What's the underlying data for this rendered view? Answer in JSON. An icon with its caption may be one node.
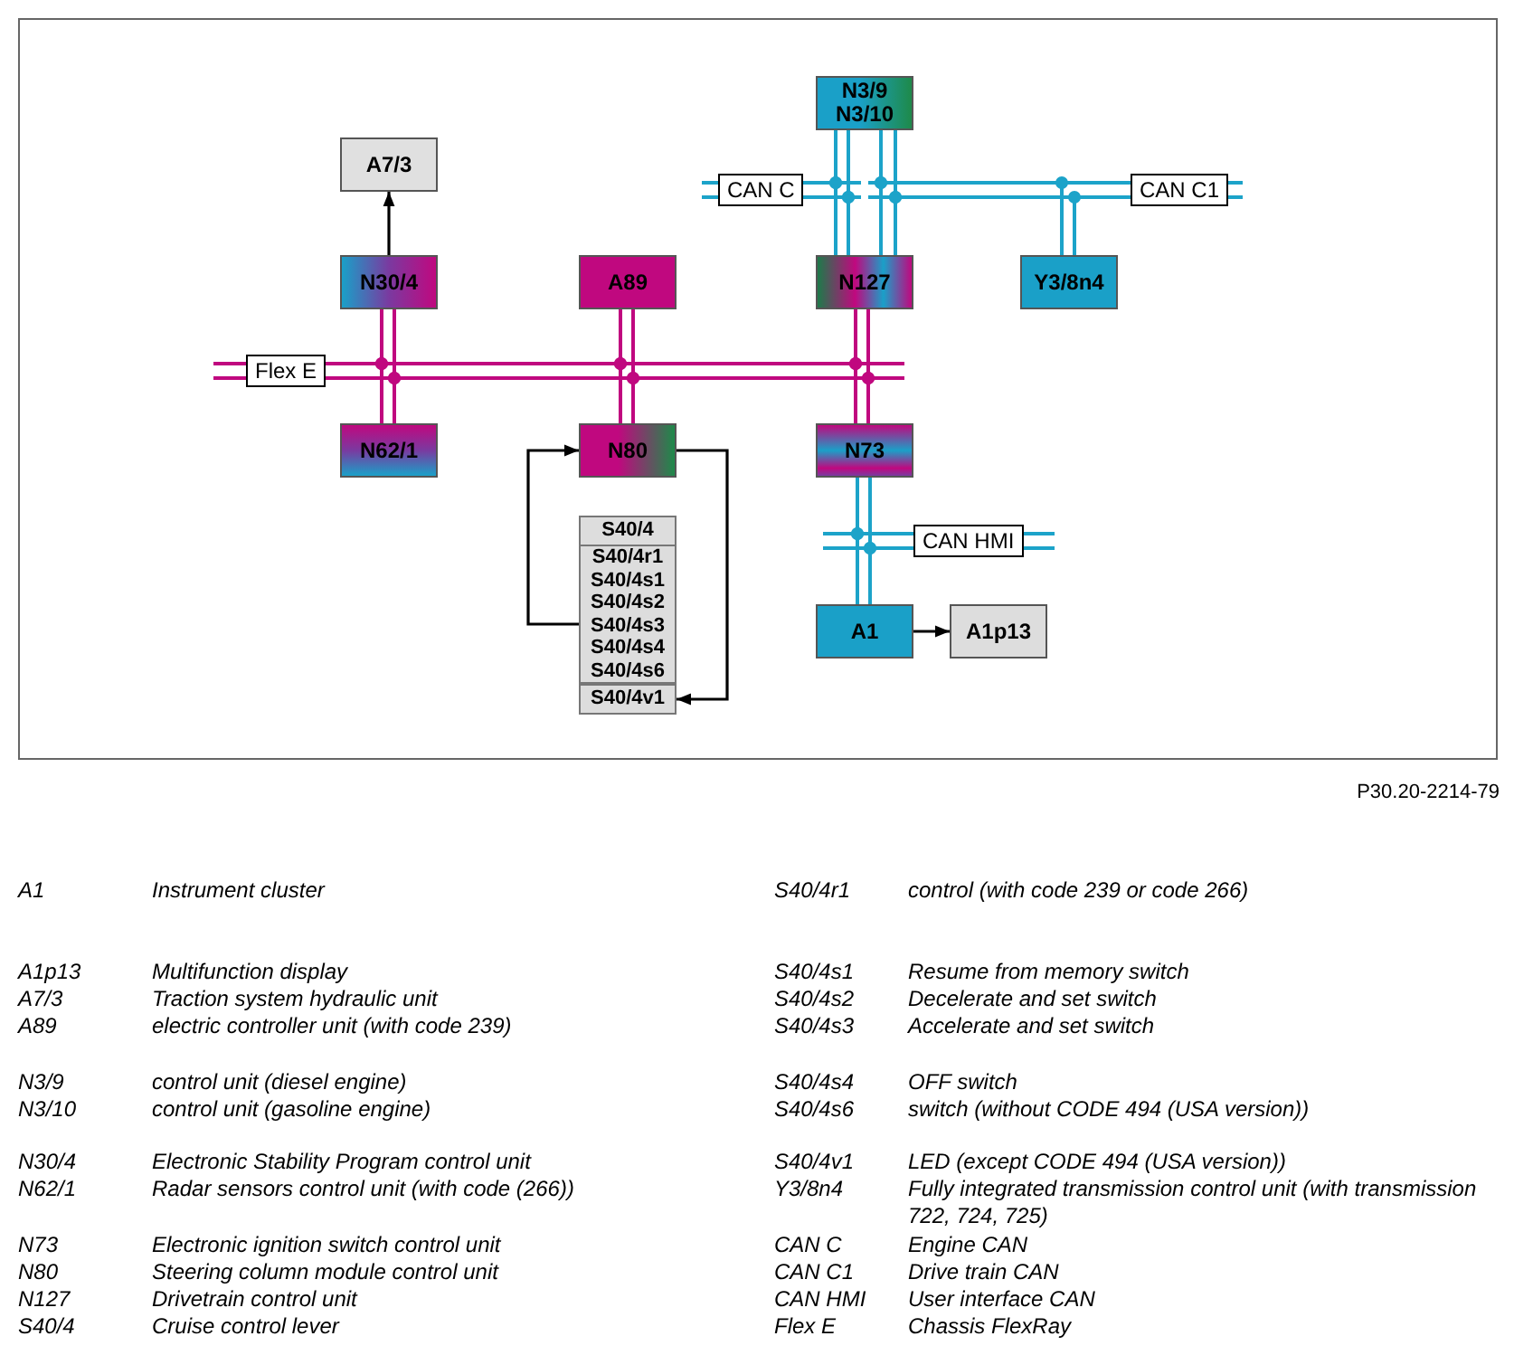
{
  "diagram": {
    "nodes": [
      {
        "text": [
          "A7/3"
        ]
      },
      {
        "text": [
          "N3/9",
          "N3/10"
        ]
      },
      {
        "text": [
          "CAN C"
        ]
      },
      {
        "text": [
          "CAN C1"
        ]
      },
      {
        "text": [
          "N30/4"
        ]
      },
      {
        "text": [
          "A89"
        ]
      },
      {
        "text": [
          "N127"
        ]
      },
      {
        "text": [
          "Y3/8n4"
        ]
      },
      {
        "text": [
          "Flex E"
        ]
      },
      {
        "text": [
          "N62/1"
        ]
      },
      {
        "text": [
          "N80"
        ]
      },
      {
        "text": [
          "N73"
        ]
      },
      {
        "text": [
          "S40/4"
        ]
      },
      {
        "text": [
          "S40/4r1",
          "S40/4s1",
          "S40/4s2",
          "S40/4s3",
          "S40/4s4",
          "S40/4s6"
        ],
        "in": 12
      },
      {
        "text": [
          "S40/4v1"
        ],
        "in": 12
      },
      {
        "text": [
          "CAN HMI"
        ]
      },
      {
        "text": [
          "A1"
        ]
      },
      {
        "text": [
          "A1p13"
        ]
      }
    ],
    "edges": [
      {
        "from": 4,
        "to": 0,
        "arrow": "to",
        "color": "#000000"
      },
      {
        "from": 1,
        "to": 2,
        "arrow": "none",
        "color": "#1ca3c9"
      },
      {
        "from": 1,
        "to": 3,
        "arrow": "none",
        "color": "#1ca3c9"
      },
      {
        "from": 6,
        "to": 2,
        "arrow": "none",
        "color": "#1ca3c9"
      },
      {
        "from": 6,
        "to": 3,
        "arrow": "none",
        "color": "#1ca3c9"
      },
      {
        "from": 7,
        "to": 3,
        "arrow": "none",
        "color": "#1ca3c9"
      },
      {
        "from": 4,
        "to": 8,
        "arrow": "none",
        "color": "#c0087f"
      },
      {
        "from": 9,
        "to": 8,
        "arrow": "none",
        "color": "#c0087f"
      },
      {
        "from": 5,
        "to": 8,
        "arrow": "none",
        "color": "#c0087f"
      },
      {
        "from": 10,
        "to": 8,
        "arrow": "none",
        "color": "#c0087f"
      },
      {
        "from": 6,
        "to": 8,
        "arrow": "none",
        "color": "#c0087f"
      },
      {
        "from": 11,
        "to": 8,
        "arrow": "none",
        "color": "#c0087f"
      },
      {
        "from": 11,
        "to": 15,
        "arrow": "none",
        "color": "#1ca3c9"
      },
      {
        "from": 16,
        "to": 15,
        "arrow": "none",
        "color": "#1ca3c9"
      },
      {
        "from": 13,
        "to": 10,
        "arrow": "to",
        "color": "#000000"
      },
      {
        "from": 10,
        "to": 14,
        "arrow": "to",
        "color": "#000000"
      },
      {
        "from": 16,
        "to": 17,
        "arrow": "to",
        "color": "#000000"
      }
    ],
    "labels": [
      "P30.20-2214-79",
      "A1",
      "Instrument cluster",
      "S40/4r1",
      "control (with code 239 or code 266)",
      "A1p13",
      "Multifunction display",
      "S40/4s1",
      "Resume from memory switch",
      "A7/3",
      "Traction system hydraulic unit",
      "S40/4s2",
      "Decelerate and set switch",
      "A89",
      "electric controller unit (with code 239)",
      "S40/4s3",
      "Accelerate and set switch",
      "N3/9",
      "control unit (diesel engine)",
      "S40/4s4",
      "OFF switch",
      "N3/10",
      "control unit (gasoline engine)",
      "S40/4s6",
      "switch (without CODE 494 (USA version))",
      "N30/4",
      "Electronic Stability Program control unit",
      "S40/4v1",
      "LED (except CODE 494 (USA version))",
      "N62/1",
      "Radar sensors control unit (with code (266))",
      "Y3/8n4",
      "Fully integrated transmission control unit (with transmission 722, 724, 725)",
      "N73",
      "Electronic ignition switch control unit",
      "CAN C",
      "Engine CAN",
      "N80",
      "Steering column module control unit",
      "CAN C1",
      "Drive train CAN",
      "N127",
      "Drivetrain control unit",
      "CAN HMI",
      "User interface CAN",
      "S40/4",
      "Cruise control lever",
      "Flex E",
      "Chassis FlexRay"
    ]
  }
}
